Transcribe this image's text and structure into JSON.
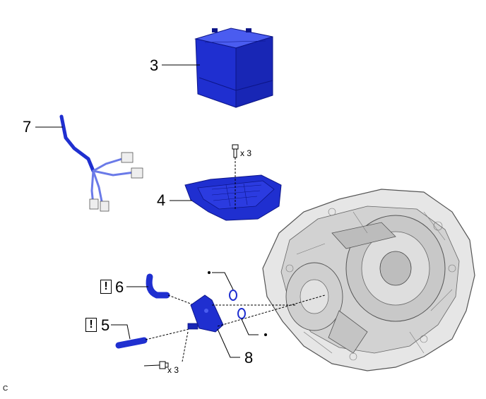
{
  "callouts": {
    "c3": "3",
    "c4": "4",
    "c5": "5",
    "c6": "6",
    "c7": "7",
    "c8": "8"
  },
  "quantities": {
    "bolt_top": "x 3",
    "bolt_bottom": "x 3"
  },
  "warning_mark": "!",
  "figure_code": "C",
  "colors": {
    "part_blue": "#1f2fd0",
    "part_blue_dark": "#0c1588",
    "part_blue_light": "#4a5cf0",
    "transaxle_gray": "#d8d8d8",
    "line": "#000000"
  }
}
